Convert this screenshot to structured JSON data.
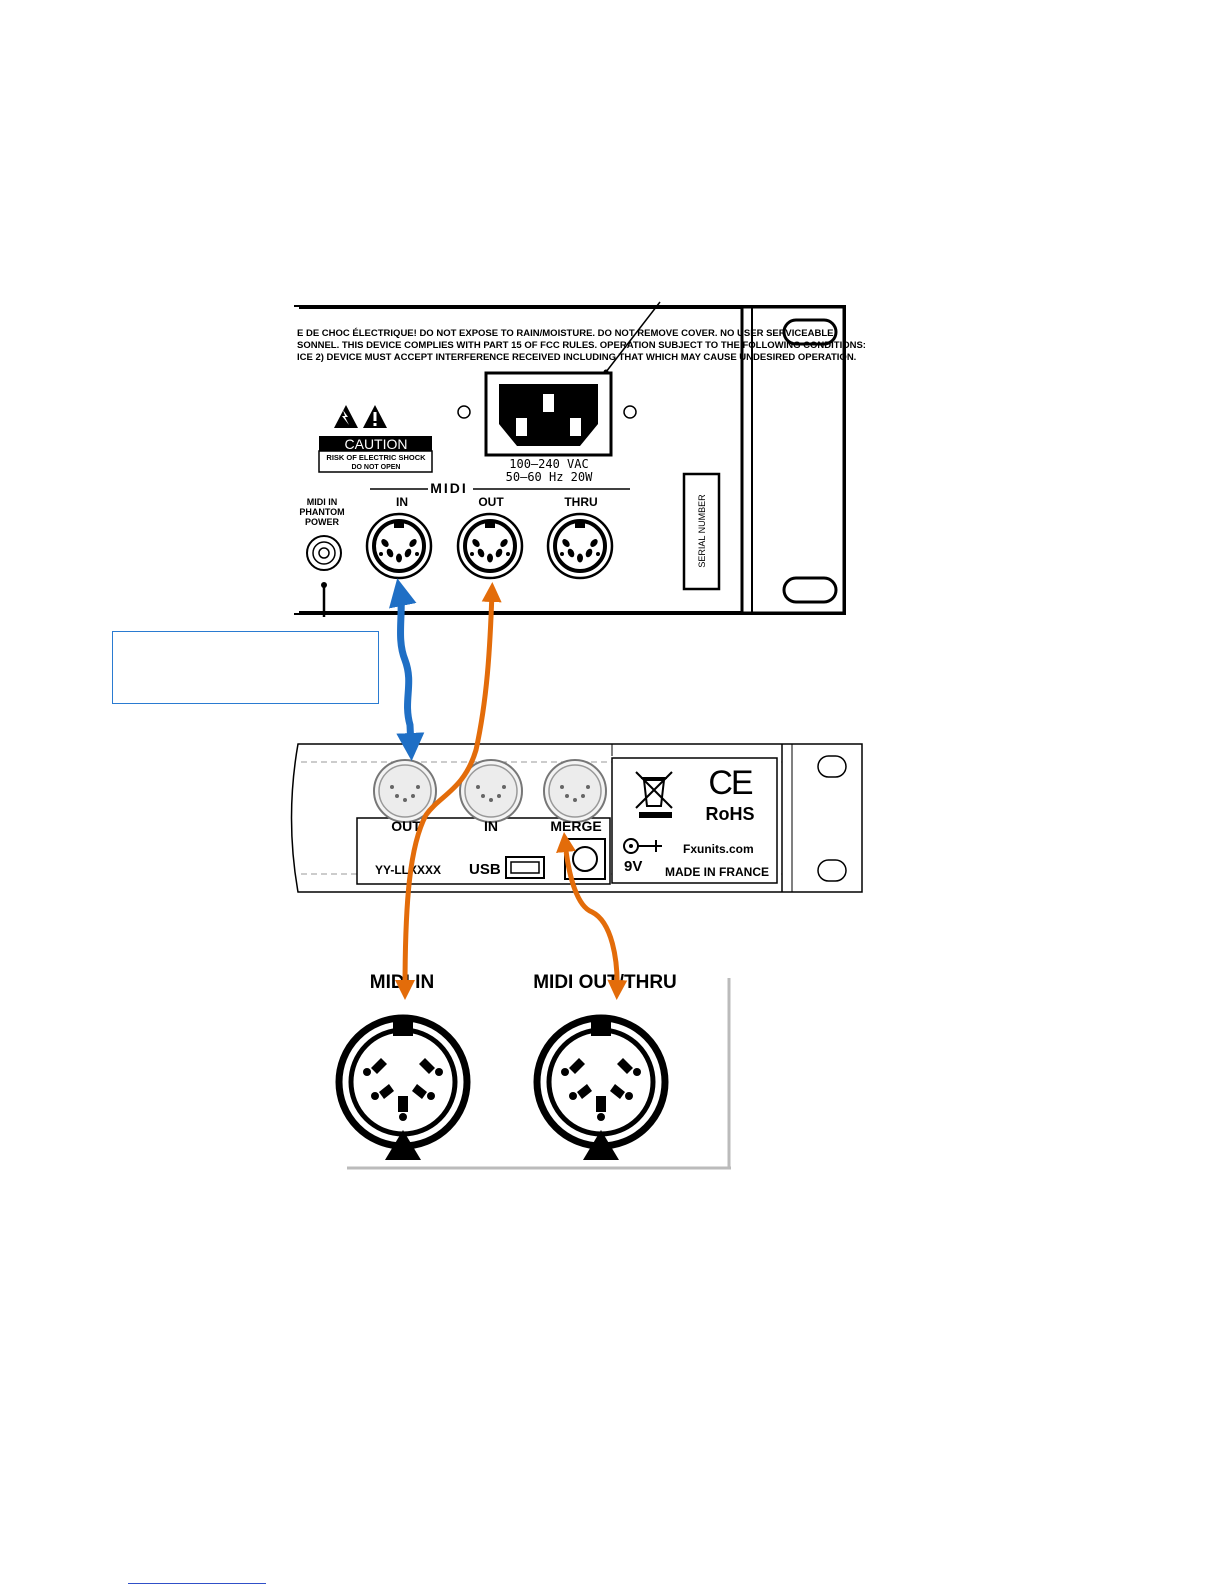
{
  "rack_unit": {
    "warning_lines": [
      "E DE CHOC ÉLECTRIQUE! DO NOT EXPOSE TO RAIN/MOISTURE. DO NOT REMOVE COVER. NO USER SERVICEABLE",
      "SONNEL. THIS DEVICE COMPLIES WITH PART 15 OF FCC RULES. OPERATION SUBJECT TO THE FOLLOWING CONDITIONS:",
      "ICE 2) DEVICE MUST ACCEPT INTERFERENCE RECEIVED INCLUDING THAT WHICH MAY CAUSE UNDESIRED OPERATION."
    ],
    "caution_title": "CAUTION",
    "caution_line1": "RISK OF ELECTRIC SHOCK",
    "caution_line2": "DO NOT OPEN",
    "power_line1": "100–240 VAC",
    "power_line2": "50–60 Hz 20W",
    "midi_header": "MIDI",
    "phantom_label": [
      "MIDI IN",
      "PHANTOM",
      "POWER"
    ],
    "port_in": "IN",
    "port_out": "OUT",
    "port_thru": "THRU",
    "serial_label": "SERIAL NUMBER"
  },
  "merger_unit": {
    "port_out": "OUT",
    "port_in": "IN",
    "port_merge": "MERGE",
    "model": "YY-LLXXXX",
    "usb_label": "USB",
    "power_label": "9V",
    "website": "Fxunits.com",
    "made_in": "MADE IN FRANCE",
    "ce_mark": "CE",
    "rohs": "RoHS"
  },
  "external_ports": {
    "midi_in": "MIDI IN",
    "midi_out_thru": "MIDI OUT/THRU"
  },
  "colors": {
    "blue_cable": "#1f6fc5",
    "orange_cable": "#e36c0a",
    "callout_border": "#2a7bd1"
  }
}
